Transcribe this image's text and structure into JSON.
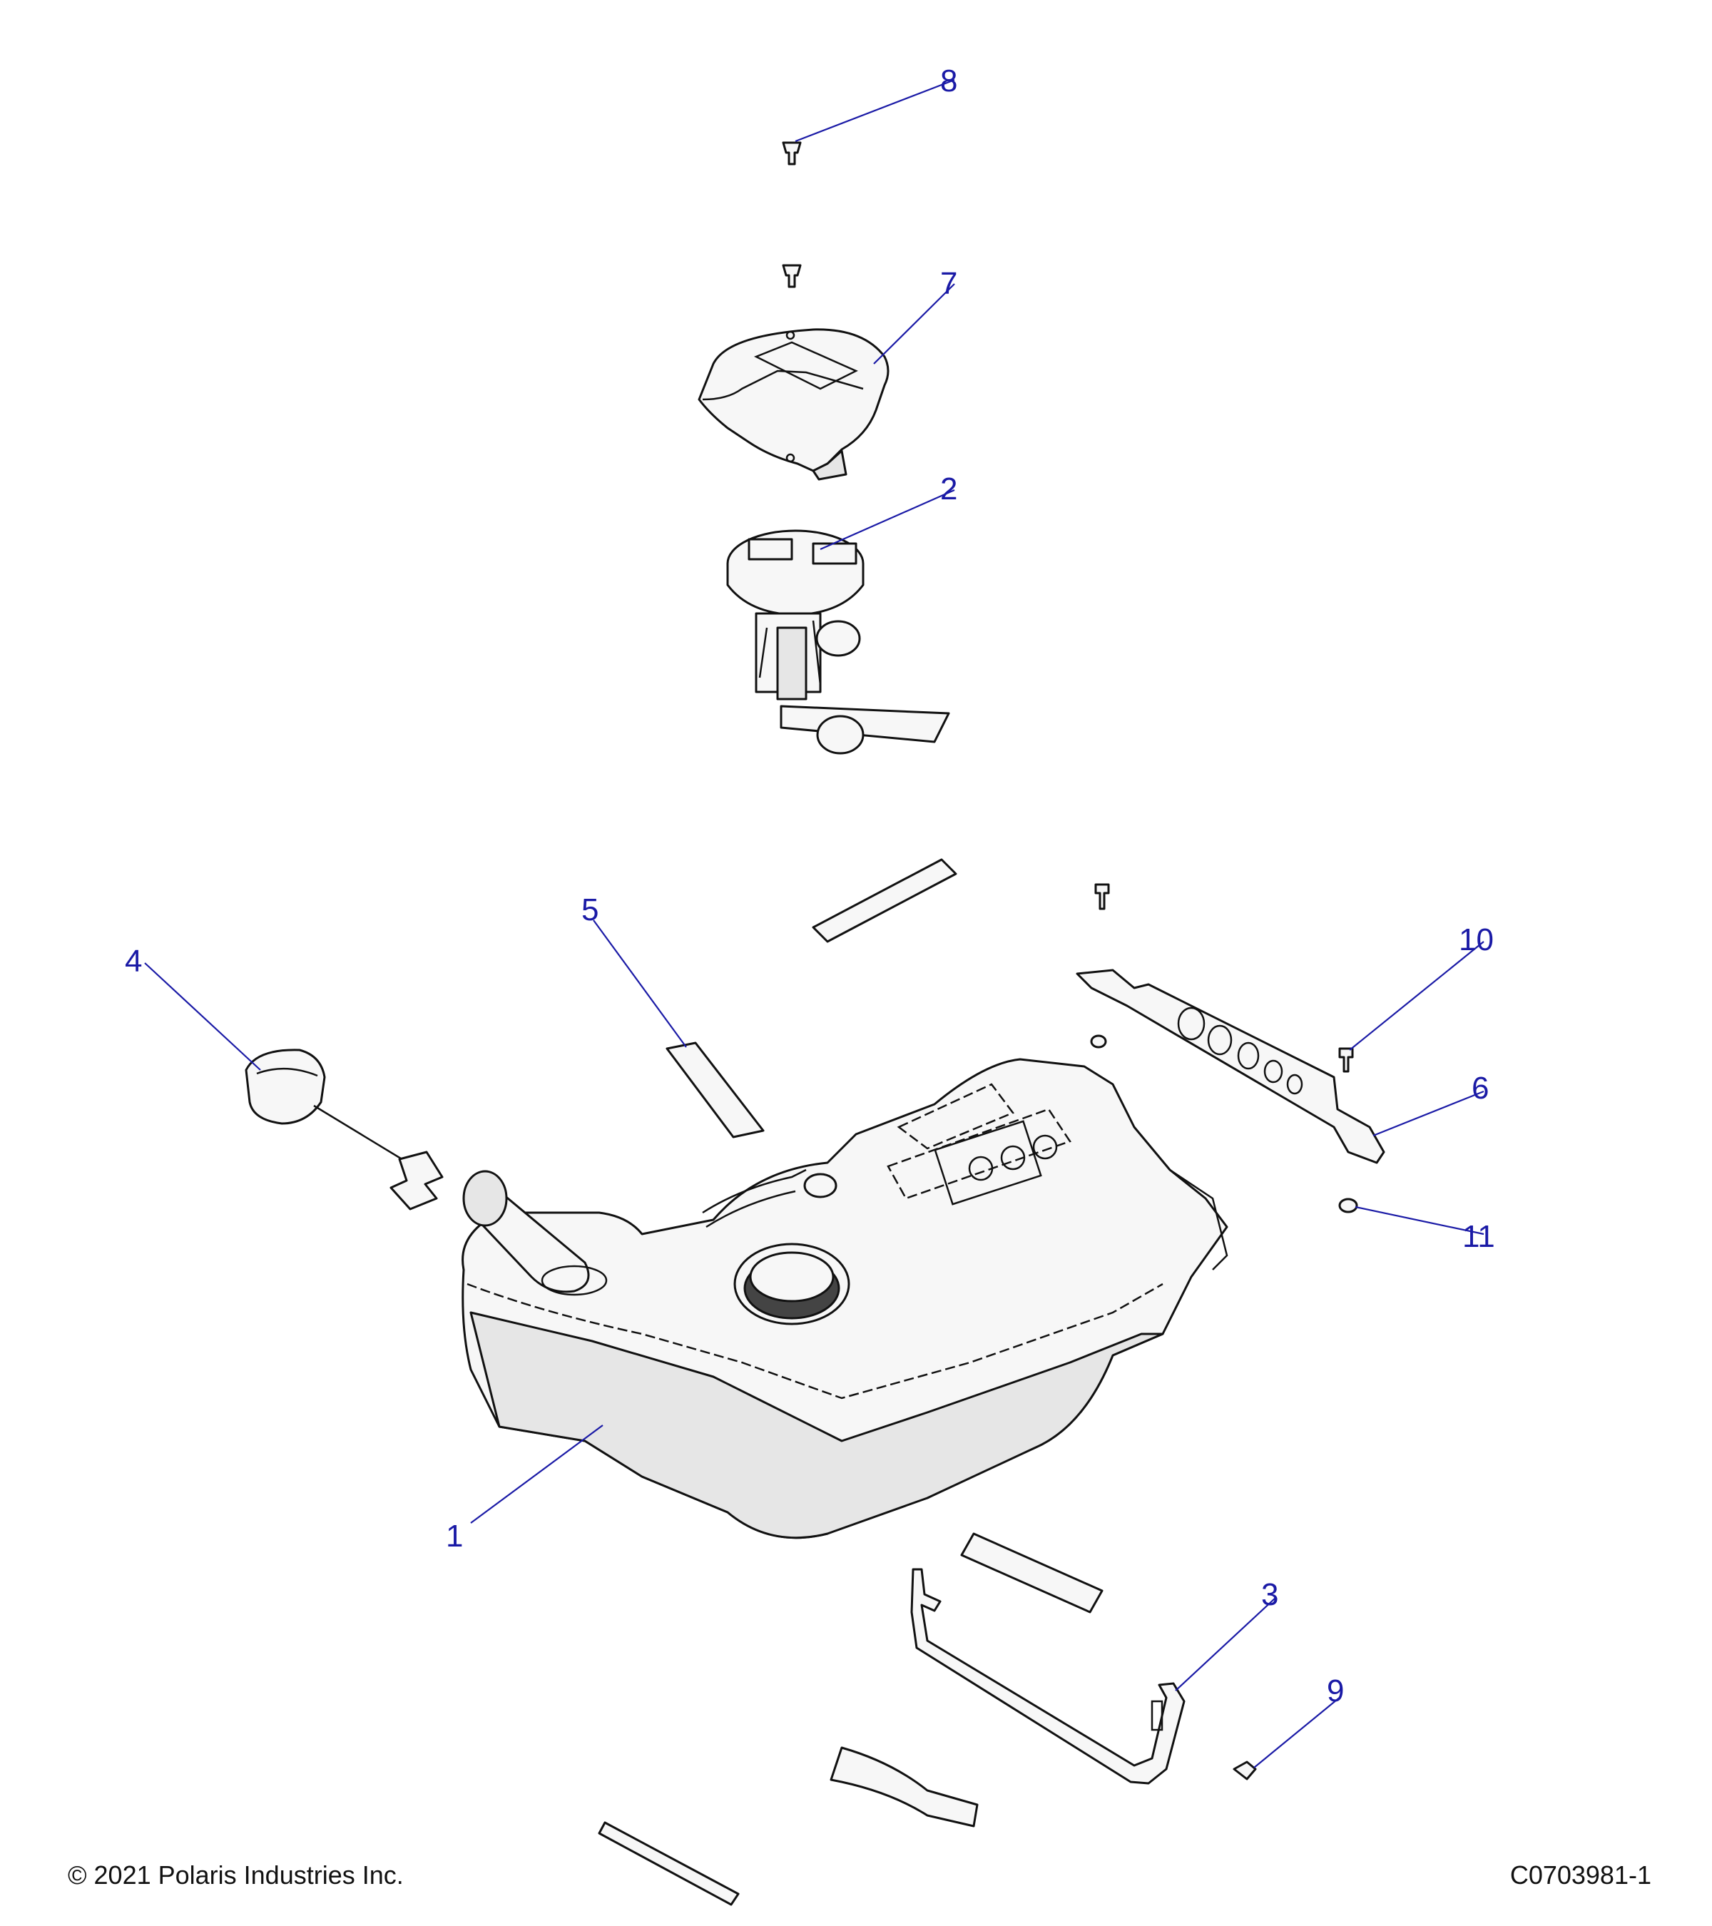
{
  "footer": {
    "copyright": "© 2021 Polaris Industries Inc.",
    "drawing_number": "C0703981-1"
  },
  "callouts": [
    "1",
    "2",
    "3",
    "4",
    "5",
    "6",
    "7",
    "8",
    "9",
    "10",
    "11"
  ],
  "colors": {
    "callout": "#1a1aa6",
    "line": "#111111",
    "part_fill": "#f7f7f7"
  }
}
